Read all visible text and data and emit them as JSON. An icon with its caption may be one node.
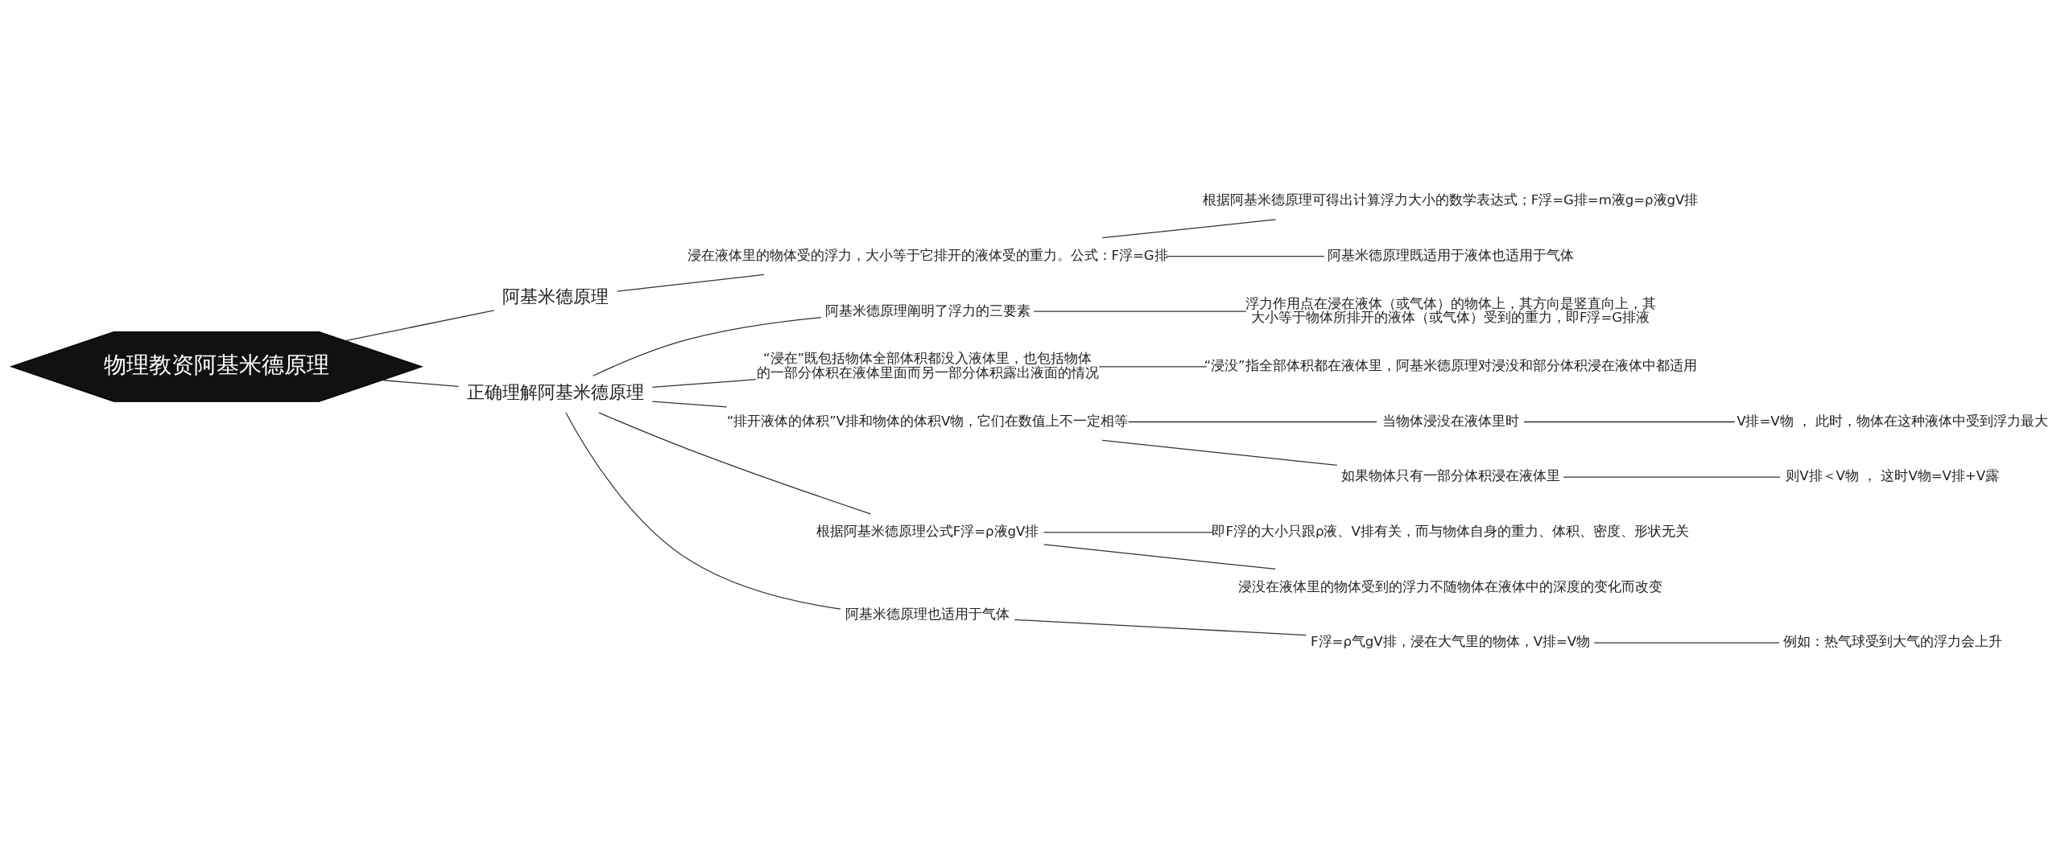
{
  "diagram": {
    "nodes": [
      {
        "text": [
          "物理教资阿基米德原理"
        ]
      },
      {
        "text": [
          "阿基米德原理"
        ]
      },
      {
        "text": [
          "浸在液体里的物体受的浮力，大小等于它排开的液体受的重力。公式：F浮=G排"
        ]
      },
      {
        "text": [
          "根据阿基米德原理可得出计算浮力大小的数学表达式；F浮=G排=m液g=ρ液gV排"
        ]
      },
      {
        "text": [
          "阿基米德原理既适用于液体也适用于气体"
        ]
      },
      {
        "text": [
          "正确理解阿基米德原理"
        ]
      },
      {
        "text": [
          "阿基米德原理阐明了浮力的三要素"
        ]
      },
      {
        "text": [
          "浮力作用点在浸在液体（或气体）的物体上，其方向是竖直向上，其大小等于物体所排开的液体（或气体）受到的重力，即F浮=G排液"
        ]
      },
      {
        "text": [
          "“浸在”既包括物体全部体积都没入液体里，也包括物体的一部分体积在液体里面而另一部分体积露出液面的情况"
        ]
      },
      {
        "text": [
          "“浸没”指全部体积都在液体里，阿基米德原理对浸没和部分体积浸在液体中都适用"
        ]
      },
      {
        "text": [
          "“排开液体的体积”V排和物体的体积V物，它们在数值上不一定相等"
        ]
      },
      {
        "text": [
          "当物体浸没在液体里时"
        ]
      },
      {
        "text": [
          "V排=V物 ， 此时，物体在这种液体中受到浮力最大"
        ]
      },
      {
        "text": [
          "如果物体只有一部分体积浸在液体里"
        ]
      },
      {
        "text": [
          "则V排＜V物 ， 这时V物=V排+V露"
        ]
      },
      {
        "text": [
          "根据阿基米德原理公式F浮=ρ液gV排"
        ]
      },
      {
        "text": [
          "即F浮的大小只跟ρ液、V排有关，而与物体自身的重力、体积、密度、形状无关"
        ]
      },
      {
        "text": [
          "浸没在液体里的物体受到的浮力不随物体在液体中的深度的变化而改变"
        ]
      },
      {
        "text": [
          "阿基米德原理也适用于气体"
        ]
      },
      {
        "text": [
          "F浮=ρ气gV排，浸在大气里的物体，V排=V物"
        ]
      },
      {
        "text": [
          "例如：热气球受到大气的浮力会上升"
        ]
      }
    ],
    "edges": [
      {
        "from": 0,
        "to": 1,
        "arrow": "none"
      },
      {
        "from": 1,
        "to": 2,
        "arrow": "none"
      },
      {
        "from": 2,
        "to": 3,
        "arrow": "none"
      },
      {
        "from": 2,
        "to": 4,
        "arrow": "none"
      },
      {
        "from": 0,
        "to": 5,
        "arrow": "none"
      },
      {
        "from": 5,
        "to": 6,
        "arrow": "none"
      },
      {
        "from": 6,
        "to": 7,
        "arrow": "none"
      },
      {
        "from": 5,
        "to": 8,
        "arrow": "none"
      },
      {
        "from": 8,
        "to": 9,
        "arrow": "none"
      },
      {
        "from": 5,
        "to": 10,
        "arrow": "none"
      },
      {
        "from": 10,
        "to": 11,
        "arrow": "none"
      },
      {
        "from": 11,
        "to": 12,
        "arrow": "none"
      },
      {
        "from": 10,
        "to": 13,
        "arrow": "none"
      },
      {
        "from": 13,
        "to": 14,
        "arrow": "none"
      },
      {
        "from": 5,
        "to": 15,
        "arrow": "none"
      },
      {
        "from": 15,
        "to": 16,
        "arrow": "none"
      },
      {
        "from": 15,
        "to": 17,
        "arrow": "none"
      },
      {
        "from": 5,
        "to": 18,
        "arrow": "none"
      },
      {
        "from": 18,
        "to": 19,
        "arrow": "none"
      },
      {
        "from": 19,
        "to": 20,
        "arrow": "none"
      }
    ]
  }
}
